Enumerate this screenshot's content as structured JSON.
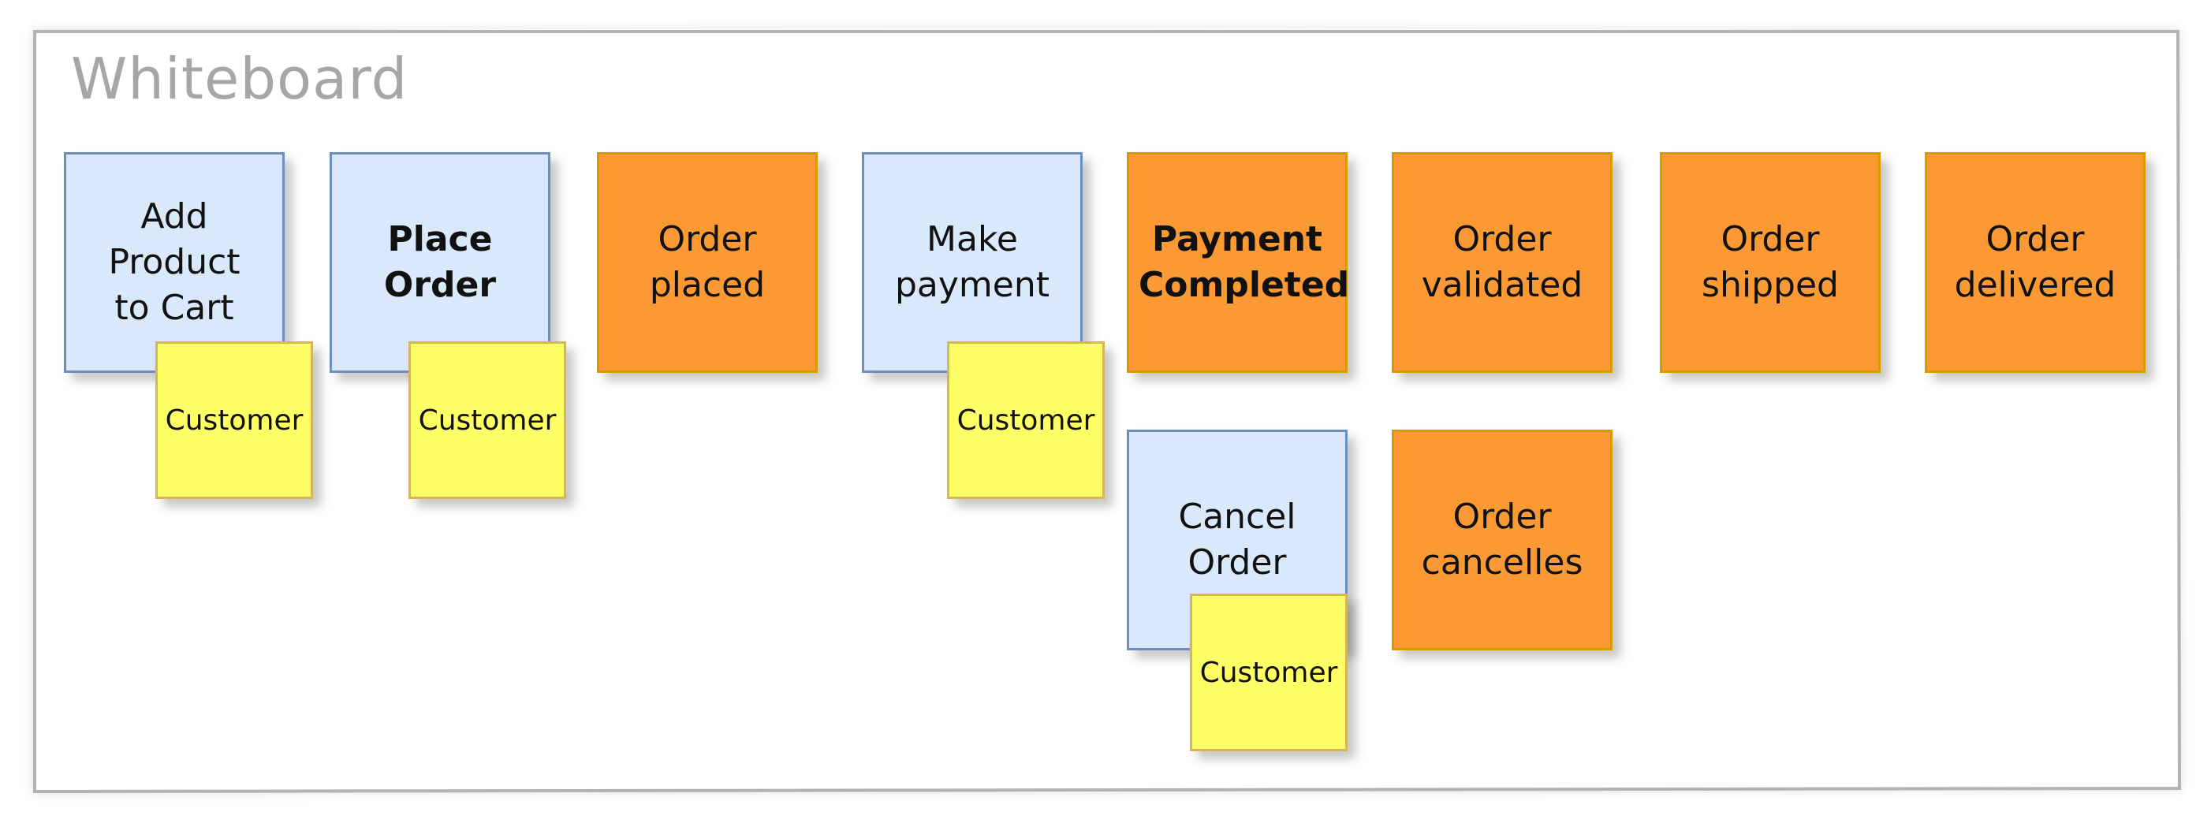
{
  "board": {
    "title": "Whiteboard",
    "colors": {
      "command_fill": "#dae8fc",
      "command_border": "#6c8ebf",
      "event_fill": "#fb9a34",
      "event_border": "#d79b00",
      "actor_fill": "#ffff66",
      "actor_border": "#d6b656",
      "title": "#a6a6a6"
    }
  },
  "notes": {
    "add_product": {
      "label": "Add Product to Cart"
    },
    "place_order": {
      "label": "Place Order"
    },
    "order_placed": {
      "label": "Order placed"
    },
    "make_payment": {
      "label": "Make payment"
    },
    "payment_completed": {
      "label": "Payment Completed"
    },
    "order_validated": {
      "label": "Order validated"
    },
    "order_shipped": {
      "label": "Order shipped"
    },
    "order_delivered": {
      "label": "Order delivered"
    },
    "cancel_order": {
      "label": "Cancel Order"
    },
    "order_cancelles": {
      "label": "Order cancelles"
    }
  },
  "actors": {
    "add_product": {
      "label": "Customer"
    },
    "place_order": {
      "label": "Customer"
    },
    "make_payment": {
      "label": "Customer"
    },
    "cancel_order": {
      "label": "Customer"
    }
  }
}
